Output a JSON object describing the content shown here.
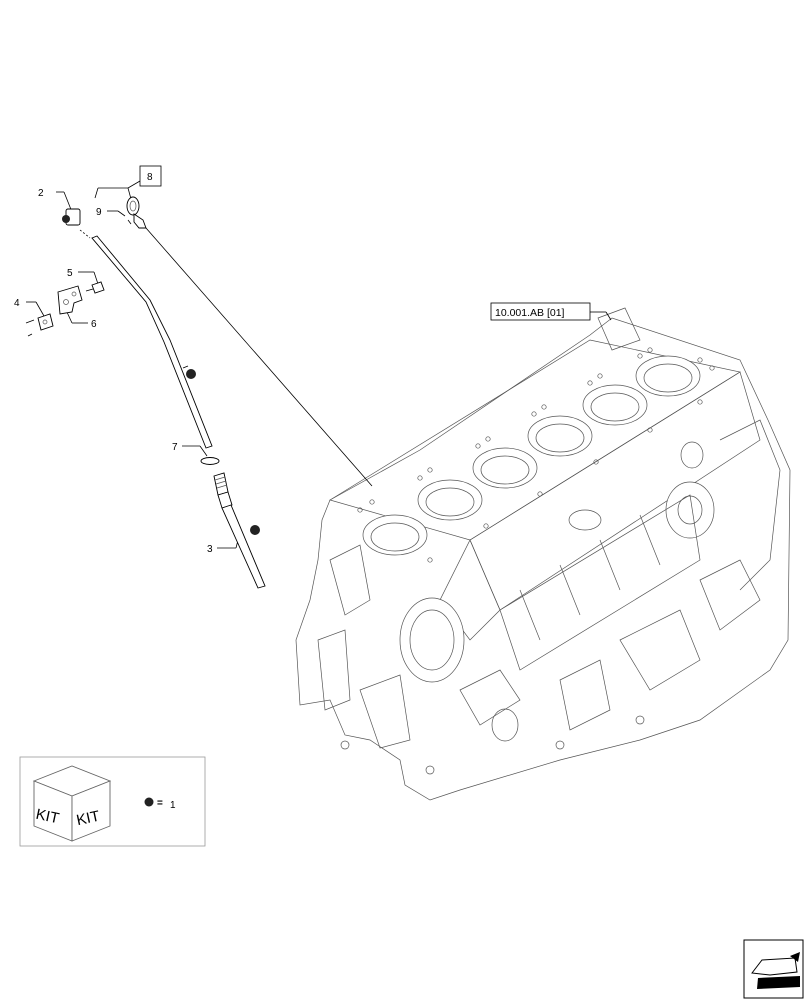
{
  "callouts": {
    "c2": "2",
    "c3": "3",
    "c4": "4",
    "c5": "5",
    "c6": "6",
    "c7": "7",
    "c8": "8",
    "c9": "9"
  },
  "reference": {
    "label": "10.001.AB [01]"
  },
  "legend": {
    "kit_left": "KIT",
    "kit_right": "KIT",
    "equals": "=",
    "quantity": "1"
  },
  "colors": {
    "line": "#000000",
    "engine_line": "#555555",
    "marker": "#222222"
  },
  "icons": {
    "kit_box": "kit-box-icon",
    "kit_marker": "kit-dot-icon",
    "navigation": "previous-page-arrow-icon"
  }
}
